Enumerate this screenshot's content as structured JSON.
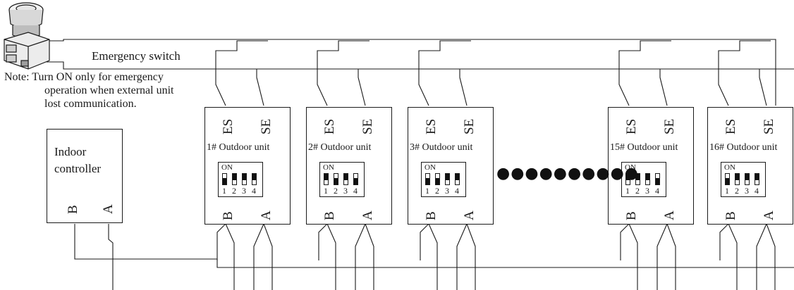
{
  "emergency_switch_label": "Emergency switch",
  "note": {
    "line1": "Note: Turn ON only for emergency",
    "line2": "operation when external unit",
    "line3": "lost communication."
  },
  "indoor_controller": {
    "line1": "Indoor",
    "line2": "controller",
    "terminals": [
      "B",
      "A"
    ]
  },
  "top_terminals": [
    "ES",
    "SE"
  ],
  "bottom_terminals": [
    "B",
    "A"
  ],
  "dip_on_label": "ON",
  "dip_numbers": [
    "1",
    "2",
    "3",
    "4"
  ],
  "ellipsis": "●●●●●●●●●●",
  "outdoor_units": [
    {
      "number": "1#",
      "label": "Outdoor unit",
      "dip": [
        0,
        1,
        1,
        1
      ]
    },
    {
      "number": "2#",
      "label": "Outdoor unit",
      "dip": [
        1,
        0,
        1,
        0
      ]
    },
    {
      "number": "3#",
      "label": "Outdoor unit",
      "dip": [
        0,
        0,
        1,
        1
      ]
    },
    {
      "number": "15#",
      "label": "Outdoor unit",
      "dip": [
        1,
        1,
        1,
        0
      ]
    },
    {
      "number": "16#",
      "label": "Outdoor unit",
      "dip": [
        0,
        1,
        1,
        1
      ]
    }
  ],
  "colors": {
    "line": "#1a1a1a",
    "background": "#ffffff"
  }
}
